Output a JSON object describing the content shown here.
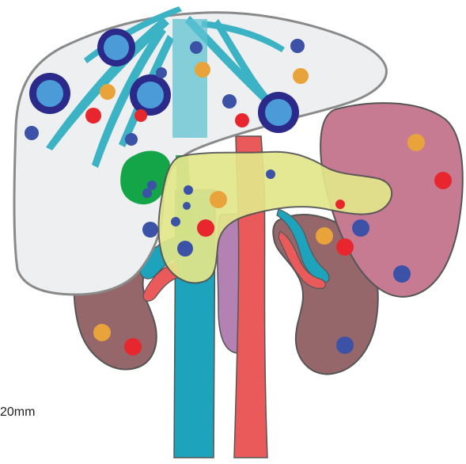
{
  "scale_label": "20mm",
  "colors": {
    "outline": "#555555",
    "liver": "#eeeff0",
    "liver_outline": "#8a8a8a",
    "kidney": "#95676b",
    "spleen": "#c67b93",
    "pancreas": "#e3e78a",
    "gallbladder": "#15a549",
    "portal_vein": "#3bb3c5",
    "ivc": "#1ea3bc",
    "aorta": "#ea5a5b",
    "splenic_vessel": "#b382b3",
    "lesion_large_ring": "#2b2a8a",
    "lesion_large_core": "#4a9bd8",
    "dot_blue": "#3b52a6",
    "dot_orange": "#e9a33b",
    "dot_red": "#e8262d"
  },
  "lesion_legend": [
    {
      "size": "large",
      "color": "ringed-blue"
    },
    {
      "size": "small",
      "color": "blue"
    },
    {
      "size": "small",
      "color": "orange"
    },
    {
      "size": "small",
      "color": "red"
    }
  ]
}
